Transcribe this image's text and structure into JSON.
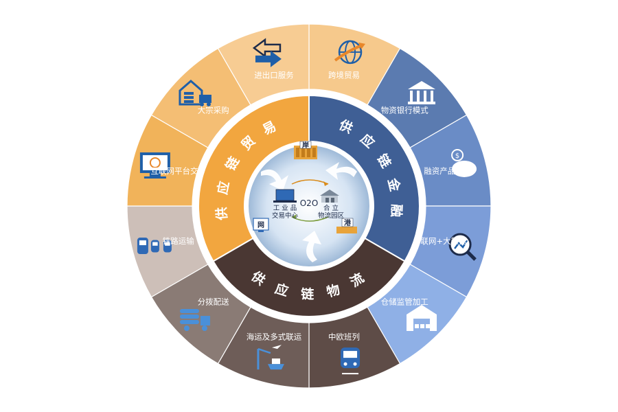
{
  "outer_segments": [
    {
      "id": "cross-border-trade",
      "label": "跨境贸易",
      "icon": "globe-arrow-icon",
      "color": "#f6c98c"
    },
    {
      "id": "material-bank-model",
      "label": "物资银行模式",
      "icon": "bank-icon",
      "color": "#5b7bb0"
    },
    {
      "id": "financing-products",
      "label": "融资产品",
      "icon": "piggy-bank-icon",
      "color": "#6a8cc6"
    },
    {
      "id": "iot-big-data",
      "label": "物联网+大数据",
      "icon": "magnifier-chart-icon",
      "color": "#7c9dd8"
    },
    {
      "id": "warehouse-supervision",
      "label": "仓储监管加工",
      "icon": "warehouse-icon",
      "color": "#8fb0e6"
    },
    {
      "id": "china-europe-train",
      "label": "中欧班列",
      "icon": "train-front-icon",
      "color": "#5e4c47"
    },
    {
      "id": "sea-multimodal",
      "label": "海运及多式联运",
      "icon": "crane-ship-icon",
      "color": "#6e5d58"
    },
    {
      "id": "distribution",
      "label": "分拨配送",
      "icon": "truck-icon",
      "color": "#8a7b75"
    },
    {
      "id": "rail-transport",
      "label": "铁路运输",
      "icon": "trains-icon",
      "color": "#cdbfb8"
    },
    {
      "id": "internet-platform",
      "label": "互联网平台交易",
      "icon": "monitor-icon",
      "color": "#f1b35a"
    },
    {
      "id": "bulk-purchasing",
      "label": "大宗采购",
      "icon": "warehouse-truck-icon",
      "color": "#f4be74"
    },
    {
      "id": "import-export",
      "label": "进出口服务",
      "icon": "exchange-arrows-icon",
      "color": "#f7cc93"
    }
  ],
  "inner_ring": [
    {
      "id": "trade",
      "label": "供应链贸易",
      "color": "#f2a63f"
    },
    {
      "id": "finance",
      "label": "供应链金融",
      "color": "#3f5f95"
    },
    {
      "id": "logistics",
      "label": "供应链物流",
      "color": "#4a3733"
    }
  ],
  "core": {
    "center_label": "O2O",
    "left_label_1": "工 业 品",
    "left_label_2": "交易中心",
    "right_label_1": "合 立",
    "right_label_2": "物流园区",
    "tag_port": "岸",
    "tag_harbor": "港",
    "tag_net": "网"
  }
}
